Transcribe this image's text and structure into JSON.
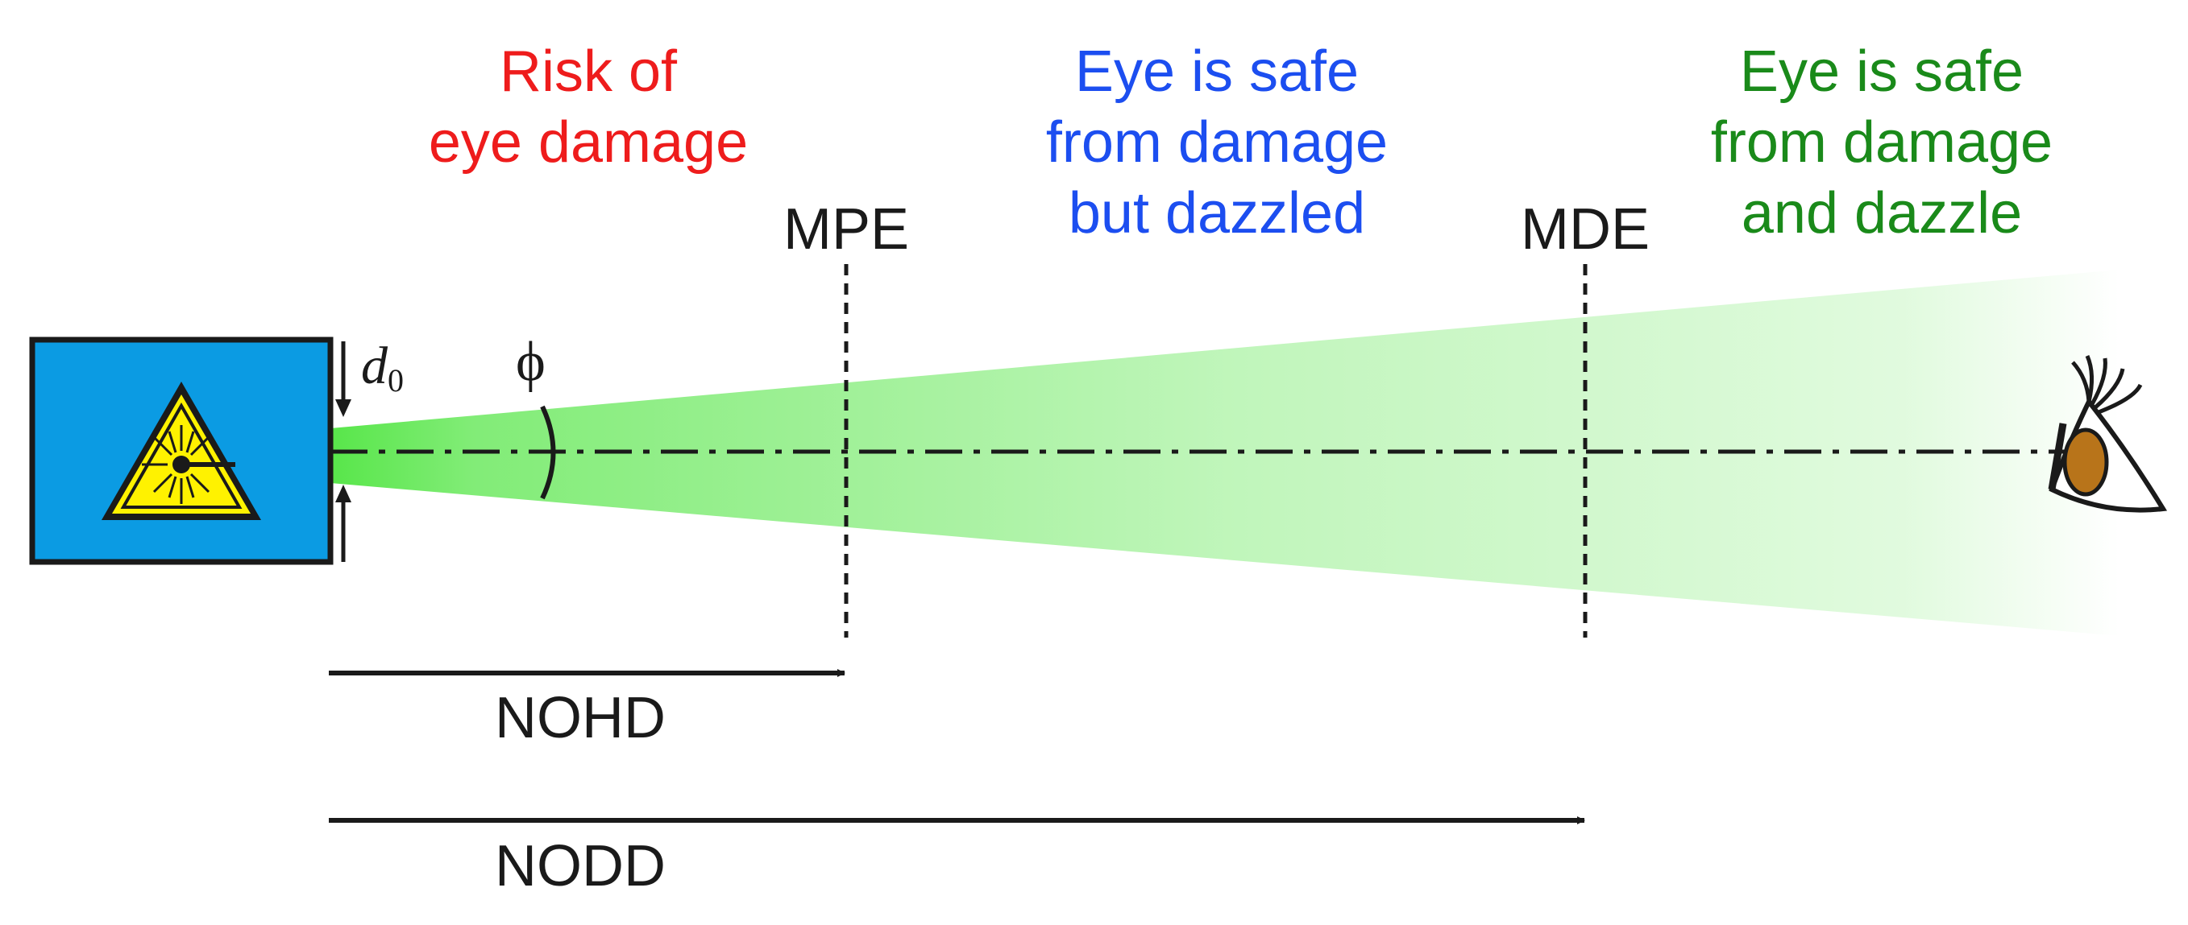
{
  "zones": {
    "risk": {
      "lines": [
        "Risk of",
        "eye damage"
      ],
      "color": "#ee1c1c"
    },
    "dazzle": {
      "lines": [
        "Eye is safe",
        "from damage",
        "but dazzled"
      ],
      "color": "#1c4ef0"
    },
    "safe": {
      "lines": [
        "Eye is safe",
        "from damage",
        "and dazzle"
      ],
      "color": "#1a8a1a"
    }
  },
  "markers": {
    "mpe": "MPE",
    "mde": "MDE"
  },
  "ranges": {
    "nohd": "NOHD",
    "nodd": "NODD"
  },
  "symbols": {
    "d": "d",
    "d_sub": "0",
    "phi": "ϕ"
  },
  "colors": {
    "laser_box": "#0b9be3",
    "warning_sign": "#fff200",
    "beam": "#58e64a",
    "eye_iris": "#b8741a",
    "line": "#1a1a1a"
  },
  "icons": {
    "laser_source": "laser-warning-sign-icon",
    "observer": "eye-icon"
  }
}
